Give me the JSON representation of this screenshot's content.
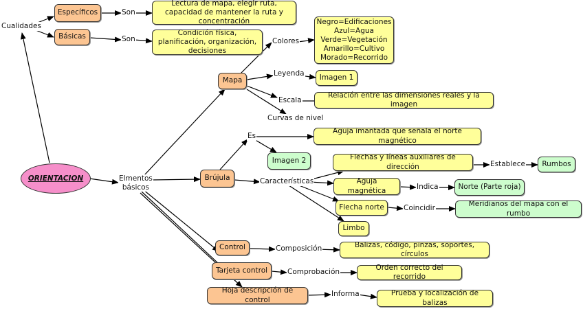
{
  "root": "ORIENTACION",
  "labels": {
    "cualidades": "Cualidades",
    "son1": "Son",
    "son2": "Son",
    "elementos": "Elmentos\nbásicos",
    "colores": "Colores",
    "leyenda": "Leyenda",
    "escala": "Escala",
    "curvas": "Curvas de nivel",
    "es": "Es",
    "caracteristicas": "Características",
    "establece": "Establece",
    "indica": "Indica",
    "coincidir": "Coincidir",
    "composicion": "Composición",
    "comprobacion": "Comprobación",
    "informa": "Informa"
  },
  "concepts": {
    "especificos": "Específicos",
    "basicas": "Básicas",
    "mapa": "Mapa",
    "brujula": "Brújula",
    "control": "Control",
    "tarjeta": "Tarjeta control",
    "hoja": "Hoja descripción de control",
    "lectura": "Lectura de mapa, elegir ruta, capacidad de mantener la ruta y concentración",
    "condicion": "Condición física, planificación, organización, decisiones",
    "colores_lista": "Negro=Edificaciones\nAzul=Agua\nVerde=Vegetación\nAmarillo=Cultivo\nMorado=Recorrido",
    "imagen1": "Imagen 1",
    "relacion": "Relación entre las dimensiones reales y la imagen",
    "aguja_imantada": "Aguja imantada que señala el norte magnético",
    "imagen2": "Imagen 2",
    "flechas": "Flechas y líneas auxiliares de dirección",
    "rumbos": "Rumbos",
    "aguja_magnetica": "Aguja magnética",
    "norte": "Norte (Parte roja)",
    "flecha_norte": "Flecha norte",
    "meridianos": "Meridianos del mapa con el rumbo",
    "limbo": "Limbo",
    "balizas": "Balizas, código, pinzas, soportes, círculos",
    "orden": "Orden correcto del recorrido",
    "prueba": "Prueba y localización de balizas"
  },
  "colors": {
    "main_concept": "#fcc592",
    "detail": "#ffff9a",
    "result": "#cdfdcd",
    "root": "#f68fca"
  }
}
